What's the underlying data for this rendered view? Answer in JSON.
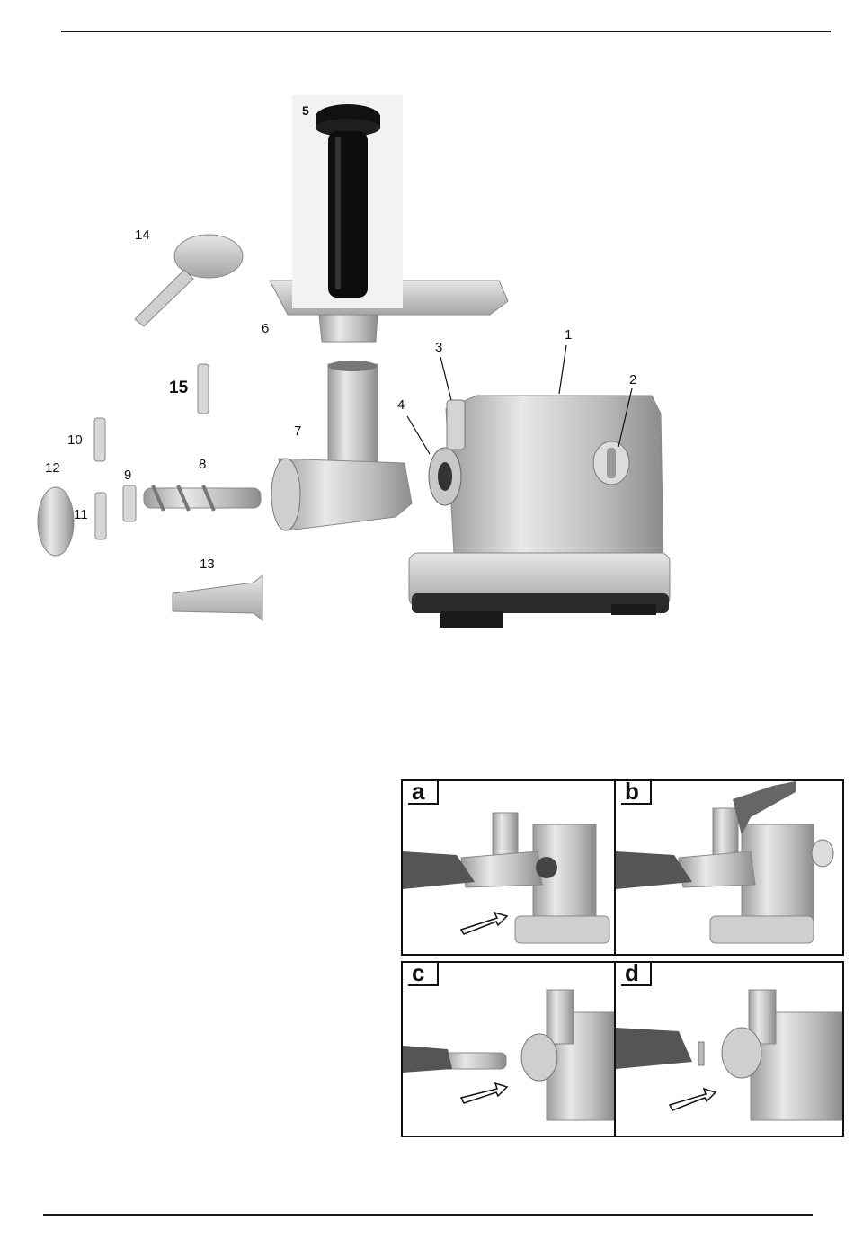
{
  "diagram": {
    "part_labels": [
      {
        "id": "1",
        "text": "1"
      },
      {
        "id": "2",
        "text": "2"
      },
      {
        "id": "3",
        "text": "3"
      },
      {
        "id": "4",
        "text": "4"
      },
      {
        "id": "5",
        "text": "5"
      },
      {
        "id": "6",
        "text": "6"
      },
      {
        "id": "7",
        "text": "7"
      },
      {
        "id": "8",
        "text": "8"
      },
      {
        "id": "9",
        "text": "9"
      },
      {
        "id": "10",
        "text": "10"
      },
      {
        "id": "11",
        "text": "11"
      },
      {
        "id": "12",
        "text": "12"
      },
      {
        "id": "13",
        "text": "13"
      },
      {
        "id": "14",
        "text": "14"
      },
      {
        "id": "15",
        "text": "15"
      }
    ]
  },
  "steps": {
    "panels": [
      {
        "tag": "a"
      },
      {
        "tag": "b"
      },
      {
        "tag": "c"
      },
      {
        "tag": "d"
      }
    ]
  }
}
